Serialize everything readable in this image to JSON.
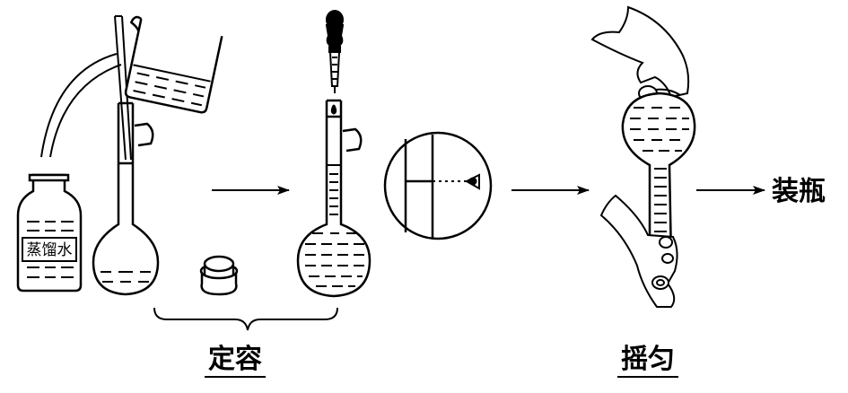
{
  "labels": {
    "bottle": "蒸馏水",
    "result": "装瓶",
    "step_constant_volume": "定容",
    "step_shake": "摇匀"
  },
  "colors": {
    "ink": "#000000",
    "paper": "#ffffff"
  },
  "icons": [
    "wash-bottle-icon",
    "beaker-icon",
    "volumetric-flask-icon",
    "dropper-icon",
    "stopper-icon",
    "eye-icon",
    "hand-icon",
    "arrow-right-icon",
    "brace-icon"
  ]
}
